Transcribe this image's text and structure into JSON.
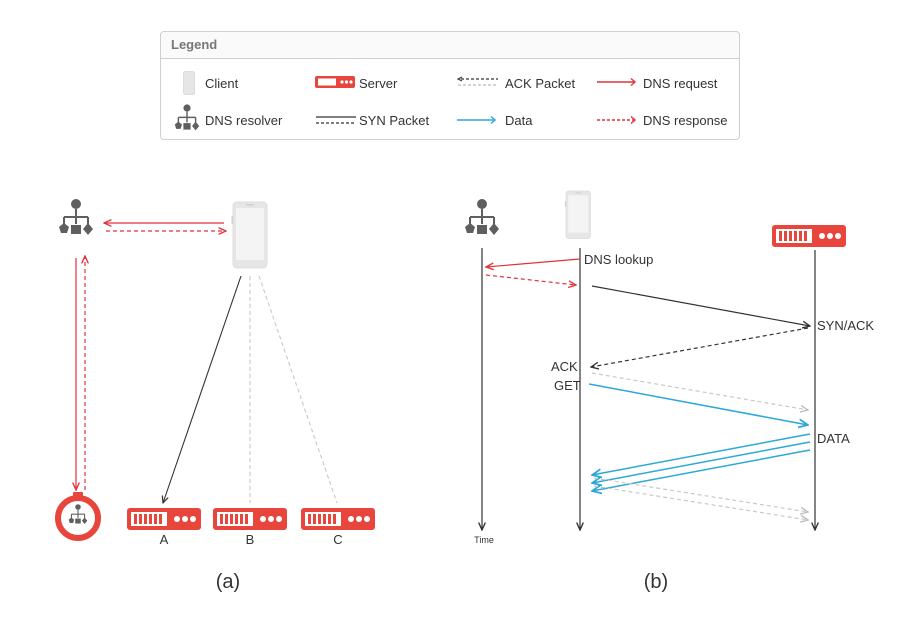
{
  "legend": {
    "title": "Legend",
    "client": "Client",
    "server": "Server",
    "ack_packet": "ACK Packet",
    "dns_request": "DNS request",
    "dns_resolver": "DNS resolver",
    "syn_packet": "SYN Packet",
    "data": "Data",
    "dns_response": "DNS response"
  },
  "diagram_a": {
    "caption": "(a)",
    "servers": [
      "A",
      "B",
      "C"
    ]
  },
  "diagram_b": {
    "caption": "(b)",
    "dns_lookup": "DNS lookup",
    "syn_ack": "SYN/ACK",
    "ack": "ACK",
    "get": "GET",
    "data": "DATA",
    "time": "Time"
  },
  "colors": {
    "red": "#e0323c",
    "gray": "#666666",
    "light_gray": "#c8c8c8",
    "blue": "#2aa8d8",
    "black": "#333333"
  },
  "icons": [
    "phone-icon",
    "server-icon",
    "dns-resolver-icon",
    "stopwatch-icon"
  ]
}
